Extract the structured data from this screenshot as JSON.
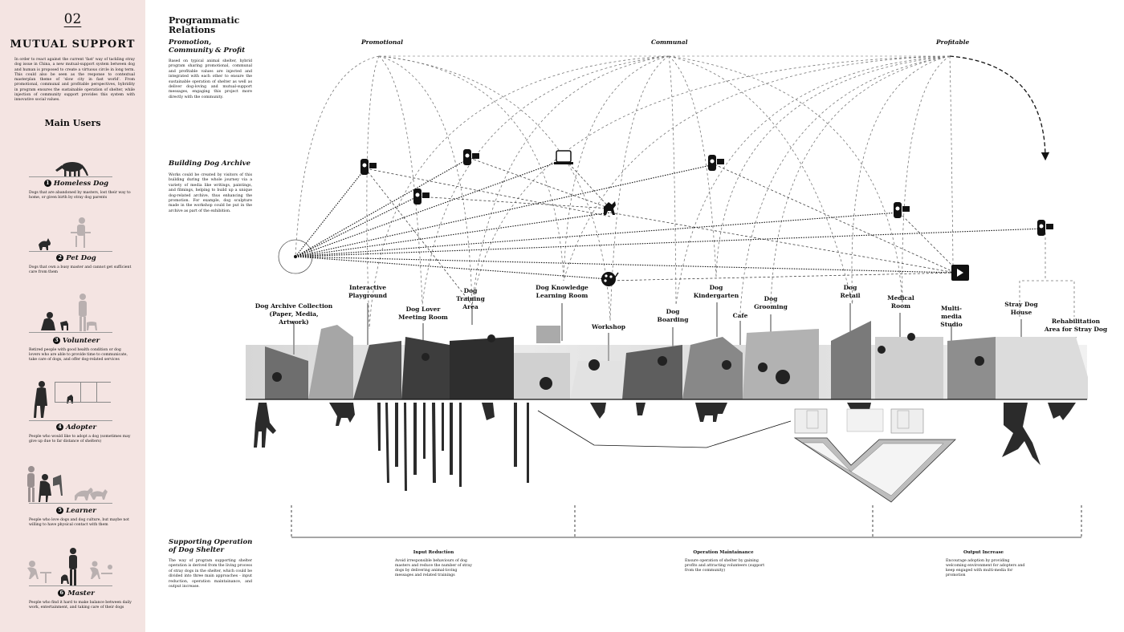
{
  "sidebar": {
    "number": "02",
    "title": "MUTUAL SUPPORT",
    "intro": "In order to react against the current 'fast' way of tackling stray dog issue in China, a new mutual-support system between dog and human is proposed to create a virtuous circle in long term. This could also be seen as the response to contextual masterplan theme of 'slow city in fast world'. From promotional, communal and profitable perspectives, hybridity in program ensures the sustainable operation of shelter, while injection of community support provides this system with innovative social values.",
    "users_title": "Main Users",
    "users": [
      {
        "n": "1",
        "name": "Homeless Dog",
        "desc": "Dogs that are abandoned by masters, lost their way to home, or given birth by stray dog parents"
      },
      {
        "n": "2",
        "name": "Pet Dog",
        "desc": "Dogs that own a busy master and cannot get sufficient care from them"
      },
      {
        "n": "3",
        "name": "Volunteer",
        "desc": "Retired people with good health condition or dog lovers who are able to provide time to communicate, take care of dogs, and offer dog-related services"
      },
      {
        "n": "4",
        "name": "Adopter",
        "desc": "People who would like to adopt a dog (sometimes may give up due to far distance of shelters)"
      },
      {
        "n": "5",
        "name": "Learner",
        "desc": "People who love dogs and dog culture, but maybe not willing to have physical contact with them"
      },
      {
        "n": "6",
        "name": "Master",
        "desc": "People who find it hard to make balance between daily work, entertainment, and taking care of their dogs"
      }
    ]
  },
  "program": {
    "title": "Programmatic Relations",
    "subtitle": "Promotion, Community & Profit",
    "text": "Based on typical animal shelter, hybrid program sharing promotional, communal and profitable values are injected and integrated with each other to ensure the sustainable operation of shelter as well as deliver dog-loving and mutual-support messages, engaging this project more directly with the community."
  },
  "archive": {
    "title": "Building Dog Archive",
    "text": "Works could be created by visitors of this building during the whole journey via a variety of media like writings, paintings, and filmings, helping to build up a unique dog-related archive, thus enhancing the promotion. For example, dog sculpture made in the workshop could be put in the archive as part of the exhibition."
  },
  "support": {
    "title": "Supporting Operation of Dog Shelter",
    "text": "The way of program supporting shelter operation is derived from the living process of stray dogs in the shelter, which could be divided into three main approaches - input reduction, operation maintainance, and output increase."
  },
  "categories": [
    "Promotional",
    "Communal",
    "Profitable"
  ],
  "programs": [
    "Dog Archive Collection (Paper, Media, Artwork)",
    "Interactive Playground",
    "Dog Lover Meeting Room",
    "Dog Training Area",
    "Dog Knowledge Learning Room",
    "Workshop",
    "Dog Boarding",
    "Dog Kindergarten",
    "Cafe",
    "Dog Grooming",
    "Dog Retail",
    "Medical Room",
    "Multi-media Studio",
    "Stray Dog House",
    "Rehabilitation Area for Stray Dog"
  ],
  "approaches": [
    {
      "title": "Input Reduction",
      "text": "Avoid irresponsible behaviours of dog masters and reduce the number of stray dogs by delivering animal-loving messages and related trainings"
    },
    {
      "title": "Operation Maintainance",
      "text": "Ensure operation of shelter by gaining profits and attracting volunteers (support from the community)"
    },
    {
      "title": "Output Increase",
      "text": "Encourage adoption by providing welcoming environment for adopters and keep engaged with multi-media for promotion"
    }
  ],
  "icons": [
    "video-camera-icon",
    "laptop-icon",
    "palette-icon",
    "media-play-icon",
    "sculpture-icon",
    "archive-circle-icon"
  ]
}
